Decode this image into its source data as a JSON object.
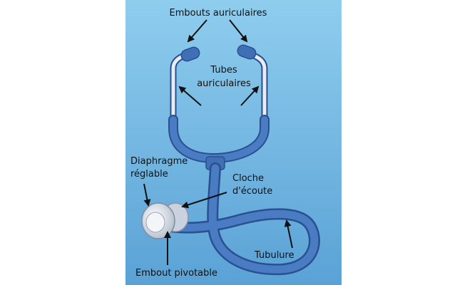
{
  "diagram": {
    "labels": {
      "embouts_auriculaires": "Embouts auriculaires",
      "tubes_line1": "Tubes",
      "tubes_line2": "auriculaires",
      "diaphragme_line1": "Diaphragme",
      "diaphragme_line2": "réglable",
      "cloche_line1": "Cloche",
      "cloche_line2": "d'écoute",
      "tubulure": "Tubulure",
      "embout_pivotable": "Embout pivotable"
    },
    "colors": {
      "background": "#8ccaec",
      "tube_blue": "#3f6fb5",
      "tube_dark": "#2b5090",
      "metal": "#e9edf3",
      "arrow": "#111111"
    }
  }
}
